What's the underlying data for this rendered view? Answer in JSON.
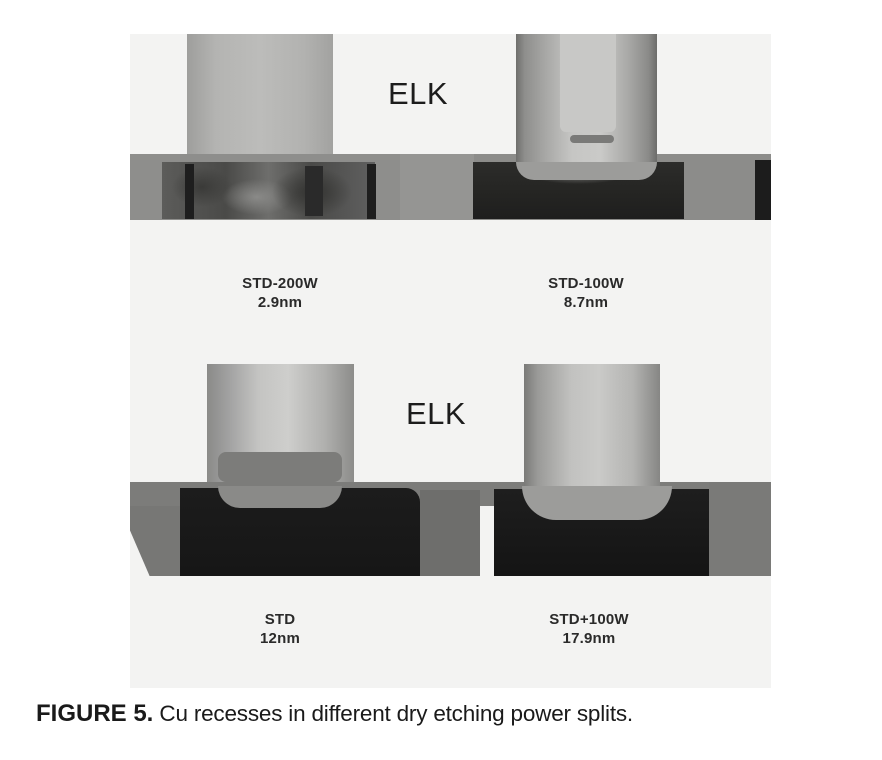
{
  "figure": {
    "panels": [
      {
        "id": "top-left",
        "label": "STD-200W",
        "recess": "2.9nm"
      },
      {
        "id": "top-right",
        "label": "STD-100W",
        "recess": "8.7nm"
      },
      {
        "id": "bottom-left",
        "label": "STD",
        "recess": "12nm"
      },
      {
        "id": "bottom-right",
        "label": "STD+100W",
        "recess": "17.9nm"
      }
    ],
    "material_labels": {
      "top": "ELK",
      "bottom": "ELK"
    }
  },
  "caption": {
    "number": "FIGURE 5.",
    "text": " Cu recesses in different dry etching power splits."
  }
}
